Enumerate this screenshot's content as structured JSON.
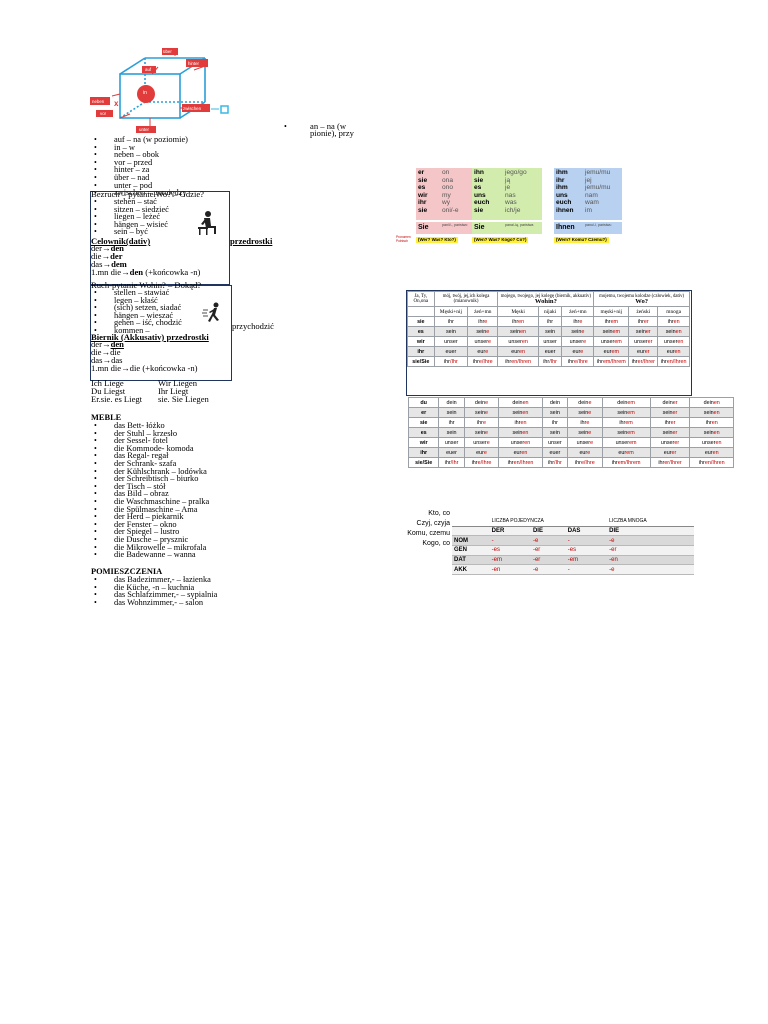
{
  "cube": {
    "labels": {
      "uber": "über",
      "hinter": "hinter",
      "auf": "auf",
      "in": "in",
      "neben": "neben",
      "vor": "vor",
      "zwischen": "zwischen",
      "unter": "unter"
    },
    "colors": {
      "label_red": "#e23b3b",
      "cube_blue": "#2a9fd8",
      "accent_cyan": "#39b8e6"
    }
  },
  "prepositions": [
    "auf – na (w poziomie)",
    "in – w",
    "neben – obok",
    "vor – przed",
    "hinter – za",
    "über – nad",
    "unter – pod",
    "zwischen – pomiędzy"
  ],
  "an_note": {
    "line1": "an – na (w",
    "line2": "pionie), przy"
  },
  "ruhe": {
    "title": "Bezruch – pytanie Wo? – Gdzie?",
    "verbs": [
      "stehen – stać",
      "sitzen – siedzieć",
      "liegen – leżeć",
      "hängen – wisieć",
      "sein – być"
    ],
    "heading": "Celownik(dativ)",
    "side": "przedrostki",
    "articles": [
      {
        "pre": "der",
        "post": "den"
      },
      {
        "pre": "die",
        "post": "der"
      },
      {
        "pre": "das",
        "post": "dem"
      }
    ],
    "plural": {
      "pre": "1.mn die",
      "bold": "den",
      "post": "(+końcowka -n)"
    }
  },
  "bewegung": {
    "title": "Ruch-pytanie Wohin? – Dokąd?",
    "verbs": [
      "stellen – stawiać",
      "legen – kłaść",
      "(sich) setzen, siadać",
      "hängen – wieszać",
      "gehen – iść, chodzić",
      "kommen –"
    ],
    "side": "przychodzić",
    "heading": "Biernik (Akkusativ) przedrostki",
    "articles": [
      {
        "pre": "der",
        "post": "den"
      },
      {
        "pre": "die",
        "post": "die"
      },
      {
        "pre": "das",
        "post": "das"
      }
    ],
    "plural": {
      "pre": "1.mn die",
      "post": "die (+końcowka -n)"
    }
  },
  "liegen": {
    "left": [
      "Ich Liege",
      "Du Liegst",
      "Er.sie. es Liegt"
    ],
    "right": [
      "Wir Liegen",
      "Ihr Liegt",
      "sie. Sie Liegen"
    ]
  },
  "meble": {
    "title": "MEBLE",
    "items": [
      "das Bett- łóżko",
      "der Stuhl – krzesło",
      "der Sessel- fotel",
      "die Kommode- komoda",
      "das Regal- regał",
      "der Schrank- szafa",
      "der Kühlschrank – lodówka",
      "der Schreibtisch – biurko",
      "der Tisch – stół",
      "das Bild – obraz",
      "die Waschmaschine – pralka",
      "die Spülmaschine – Ama",
      "der Herd – piekarnik",
      "der Fenster – okno",
      "der Spiegel – lustro",
      "die Dusche – prysznic",
      "die Mikrowelle – mikrofala",
      "die Badewanne – wanna"
    ]
  },
  "rooms": {
    "title": "POMIESZCZENIA",
    "items": [
      "das Badezimmer,- – łazienka",
      "die Küche, -n – kuchnia",
      "das Schlafzimmer,- – sypialnia",
      "das Wohnzimmer,- – salon"
    ]
  },
  "pronouns": {
    "nom": {
      "de": [
        "er",
        "sie",
        "es",
        "wir",
        "ihr",
        "sie"
      ],
      "pl": [
        "on",
        "ona",
        "ono",
        "my",
        "wy",
        "oni/-e"
      ],
      "formal_de": "Sie",
      "formal_pl": "pan/i/-, państwo",
      "question": "(Wer? Was? Kto?)",
      "left_note": "Pronomen Polnisch",
      "bg": "#f4c6c8"
    },
    "akk": {
      "de": [
        "ihn",
        "sie",
        "es",
        "uns",
        "euch",
        "sie"
      ],
      "pl": [
        "jego/go",
        "ją",
        "je",
        "nas",
        "was",
        "ich/je"
      ],
      "formal_de": "Sie",
      "formal_pl": "pana/-ią, państwa",
      "question": "(Wen? Was? Kogo? Co?)",
      "bg": "#d2ecad"
    },
    "dat": {
      "de": [
        "ihm",
        "ihr",
        "ihm",
        "uns",
        "euch",
        "ihnen"
      ],
      "pl": [
        "jemu/mu",
        "jej",
        "jemu/mu",
        "nam",
        "wam",
        "im"
      ],
      "formal_de": "Ihnen",
      "formal_pl": "panu/-i, państwu",
      "question": "(Wem? Komu? Czemu?)",
      "bg": "#b8d1f0"
    },
    "question_bg": "#ffef3a"
  },
  "poss_top": {
    "head": {
      "col1": "Ja, Ty, On,ona",
      "col2": "mój, twój, jej,ich kolega (mianownik)",
      "col3": "mojego, twojego, jej kolegę (biernik, akkuativ)",
      "wohin": "Wohin?",
      "col4": "mojemu, twojemu kolodze (człowiek, dativ)",
      "wo": "Wo?"
    },
    "sub": [
      "",
      "Męski+nij",
      "żeń+mn",
      "Męski",
      "nijaki",
      "żeń+mn",
      "męski+nij",
      "żeński",
      "mnoga"
    ],
    "rows": [
      [
        "sie",
        "ihr",
        "ihre",
        "ihren",
        "ihr",
        "ihre",
        "ihrem",
        "ihrer",
        "ihren"
      ],
      [
        "es",
        "sein",
        "seine",
        "seinen",
        "sein",
        "seine",
        "seinem",
        "seiner",
        "seinen"
      ],
      [
        "wir",
        "unser",
        "unsere",
        "unseren",
        "unser",
        "unsere",
        "unserem",
        "unserer",
        "unseren"
      ],
      [
        "ihr",
        "euer",
        "eure",
        "euren",
        "euer",
        "eure",
        "eurem",
        "eurer",
        "euren"
      ],
      [
        "sie/Sie",
        "ihr/Ihr",
        "ihre/Ihre",
        "ihren/Ihren",
        "ihr/Ihr",
        "ihre/Ihre",
        "ihrem/Ihrem",
        "ihrer/Ihrer",
        "ihren/Ihren"
      ]
    ]
  },
  "poss_bottom": {
    "rows": [
      [
        "du",
        "dein",
        "deine",
        "deinen",
        "dein",
        "deine",
        "deinem",
        "deiner",
        "deinen"
      ],
      [
        "er",
        "sein",
        "seine",
        "seinen",
        "sein",
        "seine",
        "seinem",
        "seiner",
        "seinen"
      ],
      [
        "sie",
        "ihr",
        "ihre",
        "ihren",
        "ihr",
        "ihre",
        "ihrem",
        "ihrer",
        "ihren"
      ],
      [
        "es",
        "sein",
        "seine",
        "seinen",
        "sein",
        "seine",
        "seinem",
        "seiner",
        "seinen"
      ],
      [
        "wir",
        "unser",
        "unsere",
        "unseren",
        "unser",
        "unsere",
        "unserem",
        "unserer",
        "unseren"
      ],
      [
        "ihr",
        "euer",
        "eure",
        "euren",
        "euer",
        "eure",
        "eurem",
        "eurer",
        "euren"
      ],
      [
        "sie/Sie",
        "ihr/Ihr",
        "ihre/Ihre",
        "ihren/Ihren",
        "ihr/Ihr",
        "ihre/Ihre",
        "ihrem/Ihrem",
        "ihrer/Ihrer",
        "ihren/Ihren"
      ]
    ]
  },
  "case_table": {
    "questions": [
      "Kto, co",
      "Czyj, czyja",
      "Komu, czemu",
      "Kogo, co"
    ],
    "singular": "LICZBA POJEDYNCZA",
    "plural": "LICZBA MNOGA",
    "cols": [
      "DER",
      "DIE",
      "DAS",
      "DIE"
    ],
    "rows": [
      {
        "case": "NOM",
        "vals": [
          "-",
          "-e",
          "-",
          "-e"
        ]
      },
      {
        "case": "GEN",
        "vals": [
          "-es",
          "-er",
          "-es",
          "-er"
        ]
      },
      {
        "case": "DAT",
        "vals": [
          "-em",
          "-er",
          "-em",
          "-en"
        ]
      },
      {
        "case": "AKK",
        "vals": [
          "-en",
          "-e",
          "-",
          "-e"
        ]
      }
    ]
  }
}
